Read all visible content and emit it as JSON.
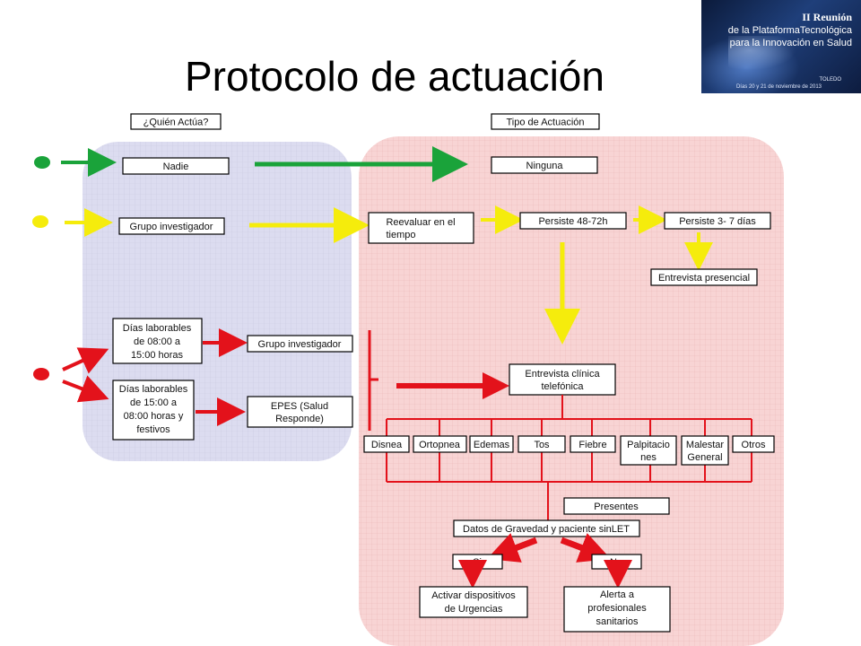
{
  "slide": {
    "title": "Protocolo de actuación",
    "banner": {
      "line1": "II Reunión",
      "line2": "de la PlataformaTecnológica",
      "line3": "para la Innovación en Salud",
      "city": "TOLEDO",
      "dates": "Días 20 y 21 de noviembre de 2013"
    }
  },
  "diagram": {
    "headers": {
      "who": "¿Quién Actúa?",
      "action": "Tipo de Actuación"
    },
    "green": {
      "who": "Nadie",
      "action": "Ninguna"
    },
    "yellow": {
      "who": "Grupo investigador",
      "reevaluate": [
        "Reevaluar en el",
        "tiempo"
      ],
      "persist1": "Persiste 48-72h",
      "persist2": "Persiste 3- 7 días",
      "interview": "Entrevista presencial"
    },
    "red": {
      "weekday_day": [
        "Días laborables",
        "de 08:00 a",
        "15:00 horas"
      ],
      "weekday_day_who": "Grupo investigador",
      "weekday_night": [
        "Días laborables",
        "de 15:00 a",
        "08:00 horas y",
        "festivos"
      ],
      "weekday_night_who": [
        "EPES (Salud",
        "Responde)"
      ],
      "phone_interview": [
        "Entrevista clínica",
        "telefónica"
      ],
      "symptoms": [
        [
          "Disnea"
        ],
        [
          "Ortopnea"
        ],
        [
          "Edemas"
        ],
        [
          "Tos"
        ],
        [
          "Fiebre"
        ],
        [
          "Palpitacio",
          "nes"
        ],
        [
          "Malestar",
          "General"
        ],
        [
          "Otros"
        ]
      ],
      "present": "Presentes",
      "severity": "Datos de Gravedad y paciente sinLET",
      "yes": "Si",
      "no": "No",
      "yes_action": [
        "Activar dispositivos",
        "de Urgencias"
      ],
      "no_action": [
        "Alerta a",
        "profesionales",
        "sanitarios"
      ]
    },
    "colors": {
      "green": "#1aa33a",
      "yellow": "#f5ec0c",
      "red": "#e3121b",
      "who_bg": "#dcdcf0",
      "action_bg": "#f8d4d4"
    }
  }
}
